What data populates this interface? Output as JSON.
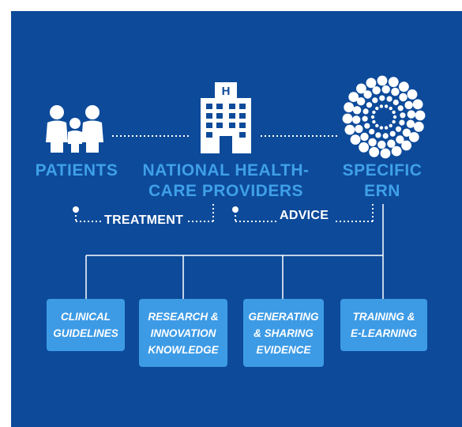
{
  "colors": {
    "background": "#0d4a9a",
    "heading": "#3fa0e8",
    "box": "#3d9be6",
    "line": "#ffffff"
  },
  "nodes": {
    "patients": {
      "label": "PATIENTS",
      "icon": "family-icon"
    },
    "providers": {
      "lines": [
        "NATIONAL HEALTH-",
        "CARE PROVIDERS"
      ],
      "icon": "hospital-icon"
    },
    "ern": {
      "lines": [
        "SPECIFIC",
        "ERN"
      ],
      "icon": "ern-network-icon"
    }
  },
  "flows": {
    "treatment": "TREATMENT",
    "advice": "ADVICE"
  },
  "boxes": [
    {
      "lines": [
        "CLINICAL",
        "GUIDELINES"
      ]
    },
    {
      "lines": [
        "RESEARCH &",
        "INNOVATION",
        "KNOWLEDGE"
      ]
    },
    {
      "lines": [
        "GENERATING",
        "& SHARING",
        "EVIDENCE"
      ]
    },
    {
      "lines": [
        "TRAINING &",
        "E-LEARNING"
      ]
    }
  ]
}
